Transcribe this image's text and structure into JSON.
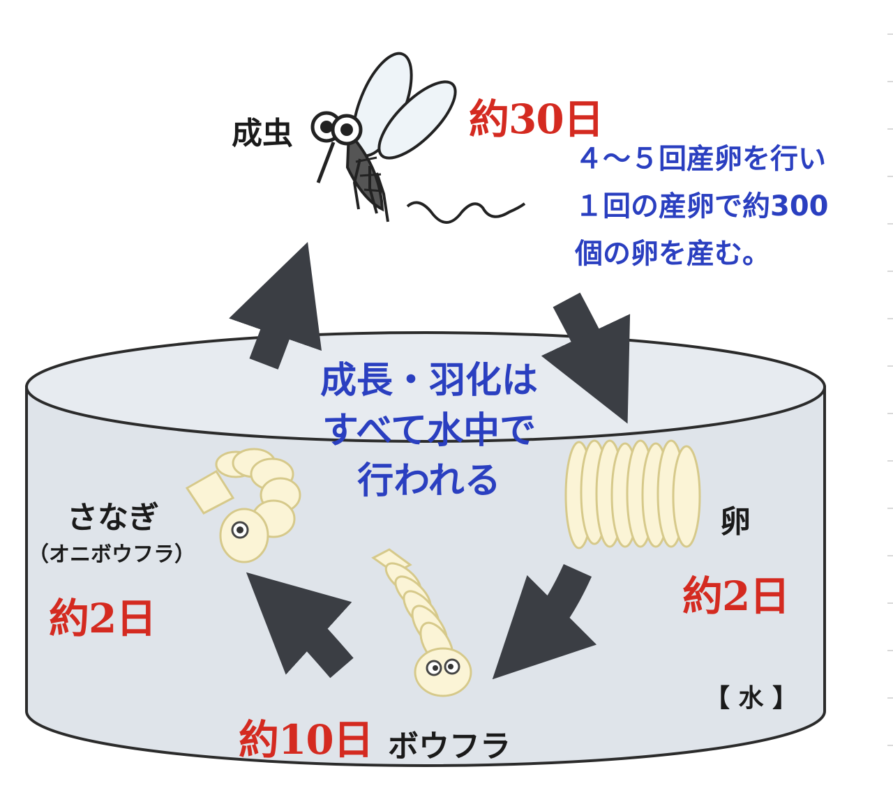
{
  "diagram": {
    "stages": {
      "adult": {
        "label": "成虫",
        "duration": "約30日"
      },
      "egg": {
        "label": "卵",
        "duration": "約2日"
      },
      "larva": {
        "label": "ボウフラ",
        "duration": "約10日"
      },
      "pupa": {
        "label": "さなぎ",
        "sublabel": "（オニボウフラ）",
        "duration": "約2日"
      }
    },
    "egg_note": [
      "４～５回産卵を行い",
      "１回の産卵で約300",
      "個の卵を産む。"
    ],
    "center_note": [
      "成長・羽化は",
      "すべて水中で",
      "行われる"
    ],
    "water_label": "【 水 】",
    "colors": {
      "duration": "#d42a20",
      "note": "#2a3fc0",
      "arrow": "#3b3e44",
      "water_fill": "#dfe4ea",
      "rim_fill": "#e7ebf0",
      "outline": "#2b2b2b",
      "insect_fill": "#fbf4d6",
      "insect_stroke": "#d6c98a"
    },
    "icons": [
      "mosquito-icon",
      "egg-raft-icon",
      "larva-icon",
      "pupa-icon"
    ]
  }
}
